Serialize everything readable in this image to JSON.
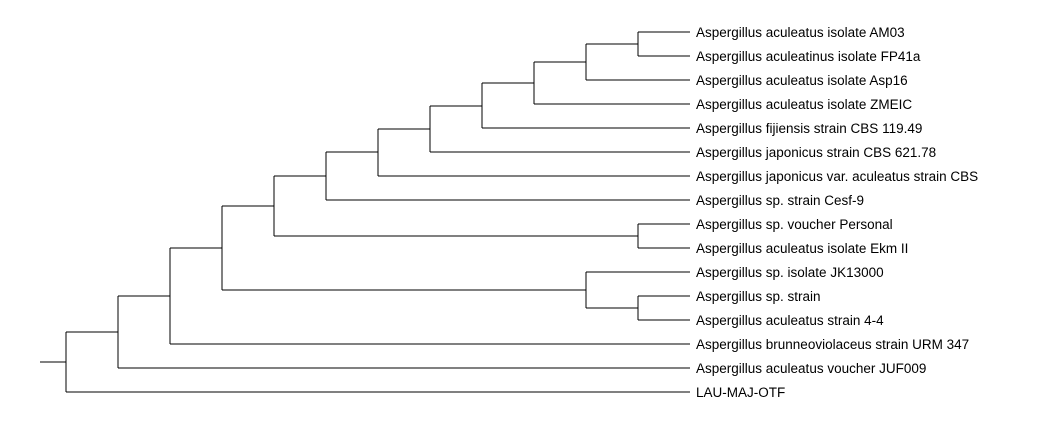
{
  "figure": {
    "background": "#ffffff",
    "line_color": "#000000",
    "label_color": "#000000"
  },
  "chart_data": {
    "type": "cladogram",
    "orientation": "left-to-right",
    "tips_aligned": true,
    "taxa": [
      "Aspergillus aculeatus isolate AM03",
      "Aspergillus aculeatinus isolate FP41a",
      "Aspergillus aculeatus isolate Asp16",
      "Aspergillus aculeatus isolate ZMEIC",
      "Aspergillus fijiensis strain CBS 119.49",
      "Aspergillus japonicus strain CBS 621.78",
      "Aspergillus japonicus var. aculeatus strain CBS",
      "Aspergillus sp. strain Cesf-9",
      "Aspergillus sp. voucher Personal",
      "Aspergillus aculeatus isolate Ekm II",
      "Aspergillus sp. isolate JK13000",
      "Aspergillus sp. strain",
      "Aspergillus aculeatus strain 4-4",
      "Aspergillus brunneoviolaceus strain URM 347",
      "Aspergillus aculeatus voucher JUF009",
      "LAU-MAJ-OTF"
    ],
    "topology": {
      "id": "root",
      "children": [
        {
          "id": "clade-K",
          "children": [
            {
              "id": "clade-J",
              "children": [
                {
                  "id": "clade-I",
                  "children": [
                    {
                      "id": "clade-H",
                      "children": [
                        {
                          "id": "clade-G",
                          "children": [
                            {
                              "id": "clade-F",
                              "children": [
                                {
                                  "id": "clade-E",
                                  "children": [
                                    {
                                      "id": "clade-D",
                                      "children": [
                                        {
                                          "id": "clade-C",
                                          "children": [
                                            {
                                              "id": "clade-B",
                                              "children": [
                                                {
                                                  "id": "clade-A",
                                                  "children": [
                                                    {
                                                      "leaf": 0
                                                    },
                                                    {
                                                      "leaf": 1
                                                    }
                                                  ]
                                                },
                                                {
                                                  "leaf": 2
                                                }
                                              ]
                                            },
                                            {
                                              "leaf": 3
                                            }
                                          ]
                                        },
                                        {
                                          "leaf": 4
                                        }
                                      ]
                                    },
                                    {
                                      "leaf": 5
                                    }
                                  ]
                                },
                                {
                                  "leaf": 6
                                }
                              ]
                            },
                            {
                              "leaf": 7
                            }
                          ]
                        },
                        {
                          "id": "clade-P",
                          "children": [
                            {
                              "leaf": 8
                            },
                            {
                              "leaf": 9
                            }
                          ]
                        }
                      ]
                    },
                    {
                      "id": "clade-M",
                      "children": [
                        {
                          "leaf": 10
                        },
                        {
                          "id": "clade-N",
                          "children": [
                            {
                              "leaf": 11
                            },
                            {
                              "leaf": 12
                            }
                          ]
                        }
                      ]
                    }
                  ]
                },
                {
                  "leaf": 13
                }
              ]
            },
            {
              "leaf": 14
            }
          ]
        },
        {
          "leaf": 15
        }
      ]
    }
  }
}
